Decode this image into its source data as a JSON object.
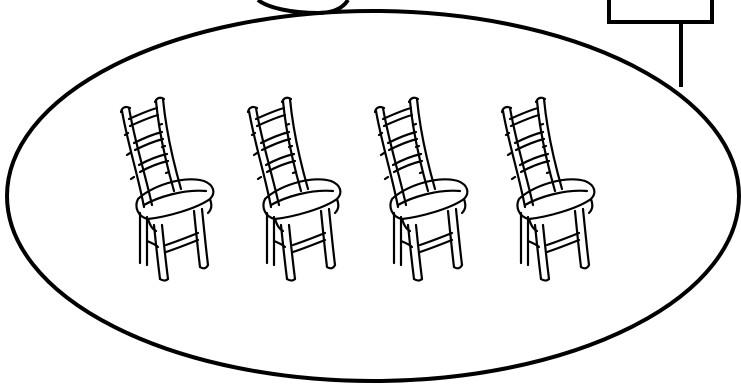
{
  "diagram": {
    "chair_count": 4,
    "stroke_color": "#000000",
    "background_color": "#ffffff",
    "shapes": [
      "set-ellipse",
      "label-box",
      "connector-line",
      "partial-ellipse-top"
    ],
    "icons": [
      "chair-icon"
    ]
  }
}
